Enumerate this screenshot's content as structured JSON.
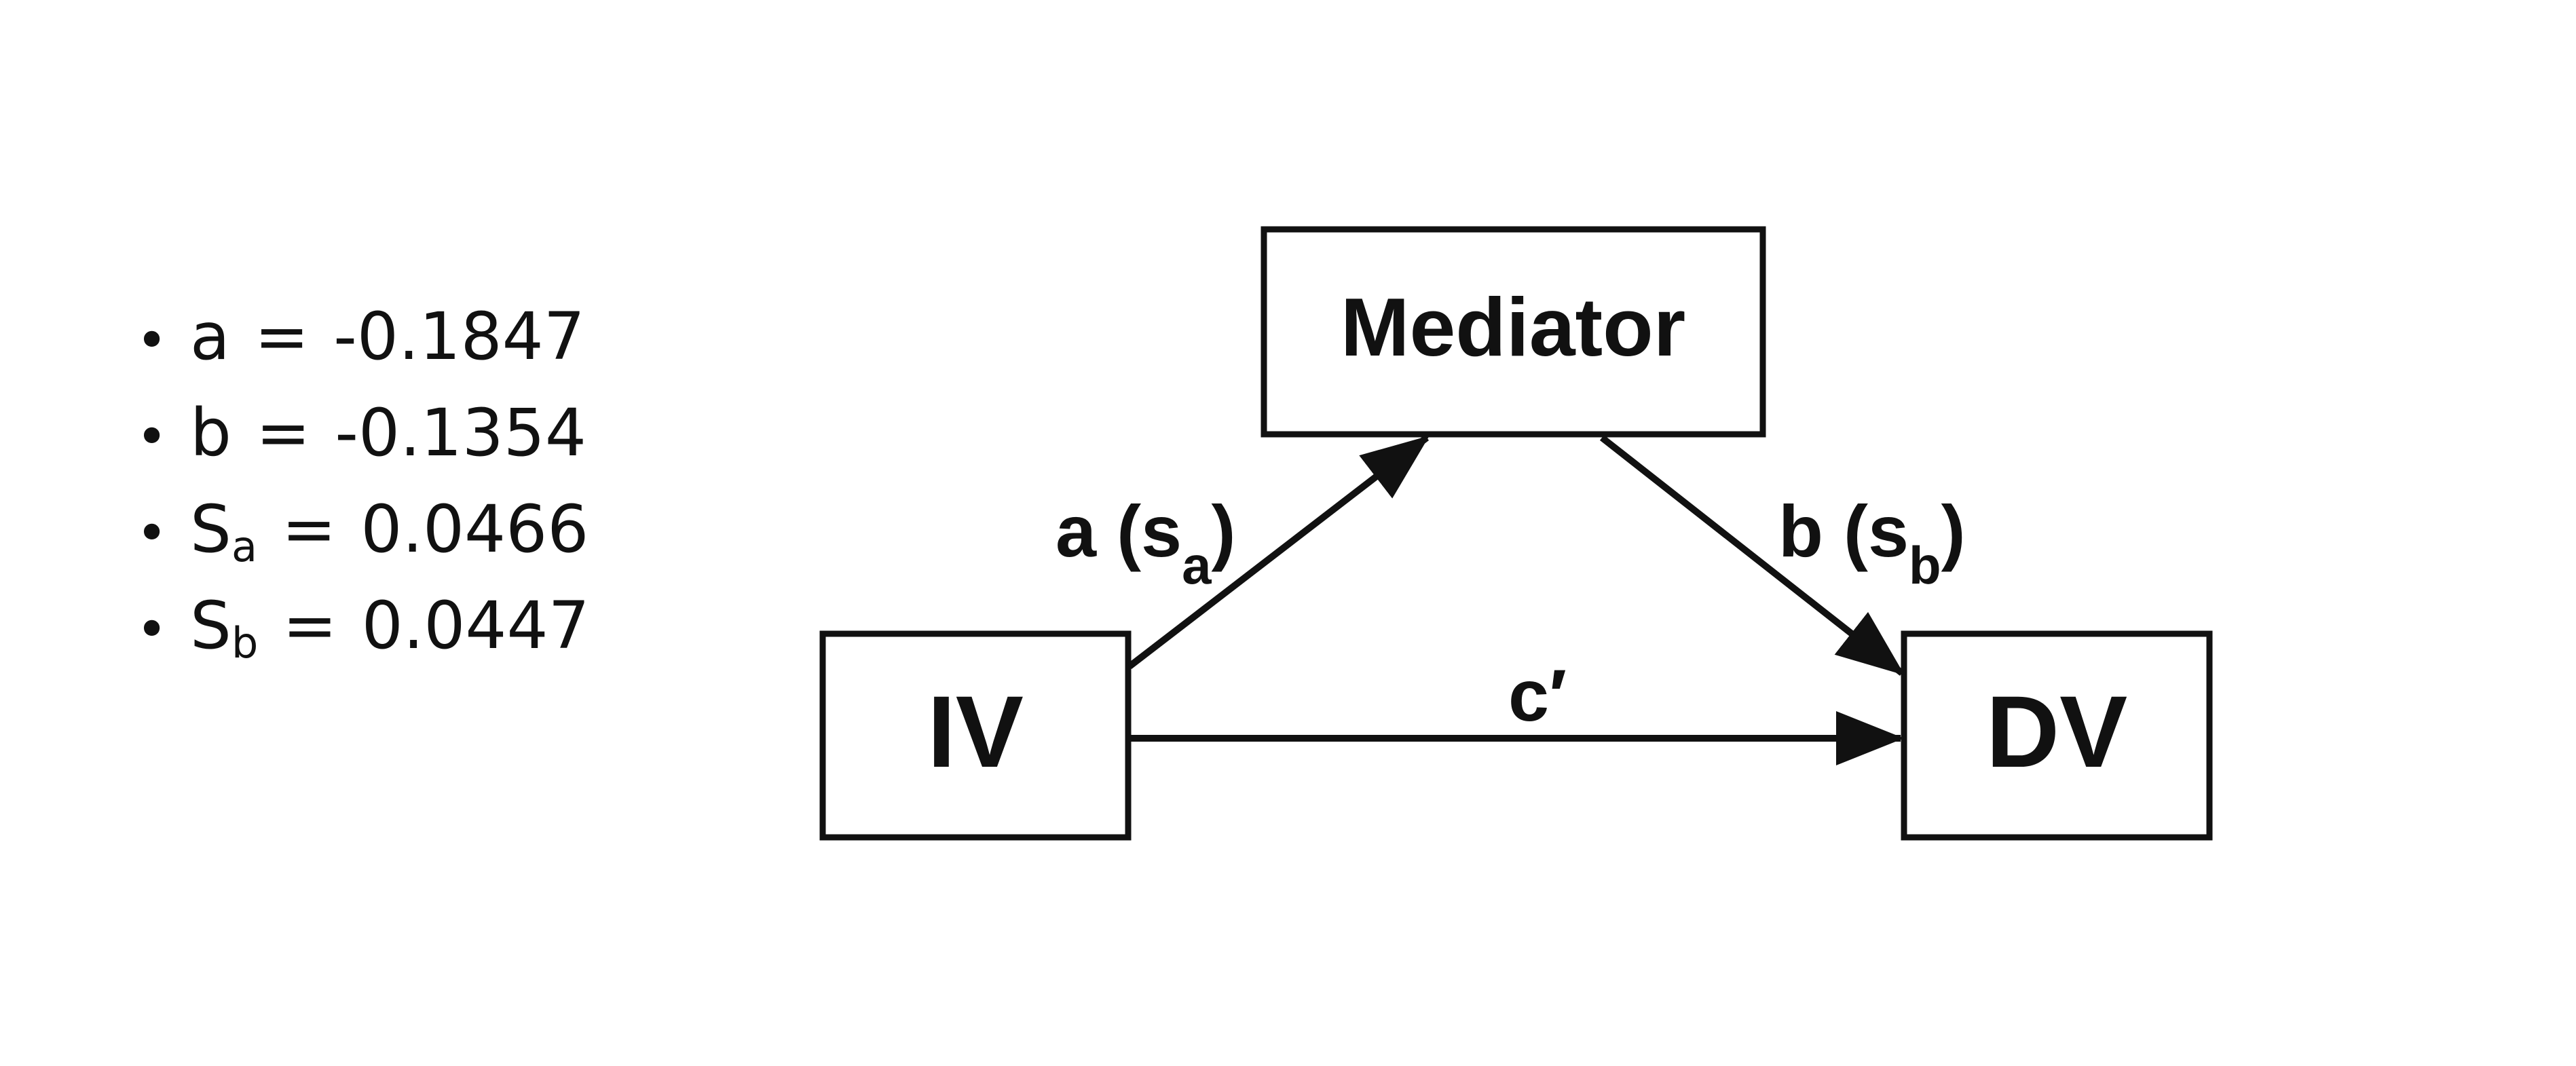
{
  "parameters": [
    {
      "name": "a",
      "sub": "",
      "eq": "=",
      "value": "-0.1847"
    },
    {
      "name": "b",
      "sub": "",
      "eq": "=",
      "value": "-0.1354"
    },
    {
      "name": "S",
      "sub": "a",
      "eq": "=",
      "value": "0.0466"
    },
    {
      "name": "S",
      "sub": "b",
      "eq": "=",
      "value": "0.0447"
    }
  ],
  "diagram": {
    "nodes": {
      "mediator": "Mediator",
      "iv": "IV",
      "dv": "DV"
    },
    "edges": {
      "a_main": "a (s",
      "a_sub": "a",
      "a_close": ")",
      "b_main": "b (s",
      "b_sub": "b",
      "b_close": ")",
      "c_prime": "c′"
    }
  }
}
